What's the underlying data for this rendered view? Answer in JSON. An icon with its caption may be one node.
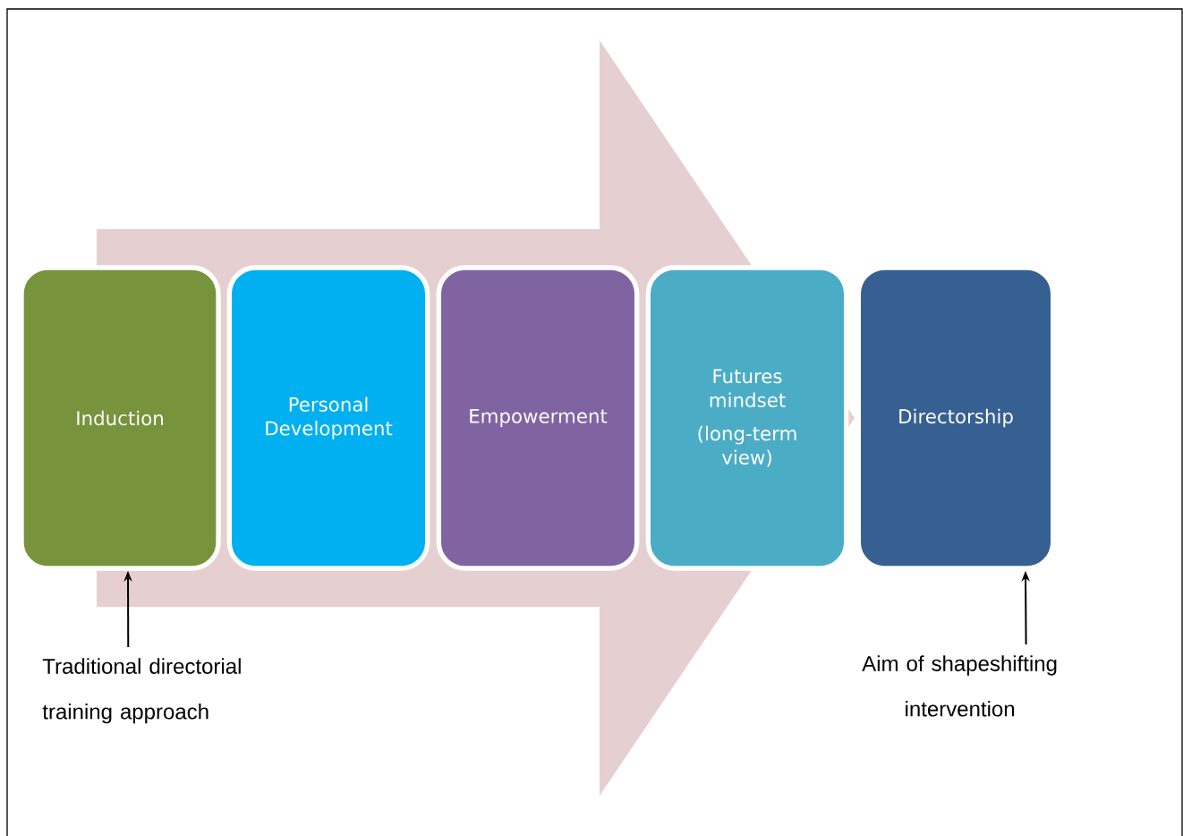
{
  "diagram": {
    "nodes": [
      {
        "text": [
          "Induction"
        ]
      },
      {
        "text": [
          "Personal Development"
        ]
      },
      {
        "text": [
          "Empowerment"
        ]
      },
      {
        "text": [
          "Futures mindset",
          "(long-term view)"
        ]
      },
      {
        "text": [
          "Directorship"
        ]
      },
      {
        "text": [
          "Traditional directorial training approach"
        ]
      },
      {
        "text": [
          "Aim of shapeshifting intervention"
        ]
      }
    ],
    "edges": [
      {
        "from": 5,
        "to": 0,
        "arrow": "to"
      },
      {
        "from": 6,
        "to": 4,
        "arrow": "to"
      },
      {
        "from": 0,
        "to": 4,
        "arrow": "to",
        "style": "thick",
        "color": "#e6cfd0"
      }
    ]
  }
}
